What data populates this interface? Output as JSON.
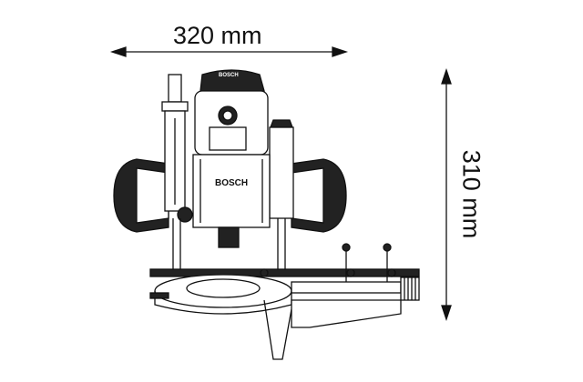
{
  "dimensions": {
    "width_label": "320 mm",
    "height_label": "310 mm"
  },
  "product": {
    "brand_body": "BOSCH",
    "brand_top": "BOSCH"
  },
  "colors": {
    "line": "#111111",
    "background": "#ffffff"
  }
}
